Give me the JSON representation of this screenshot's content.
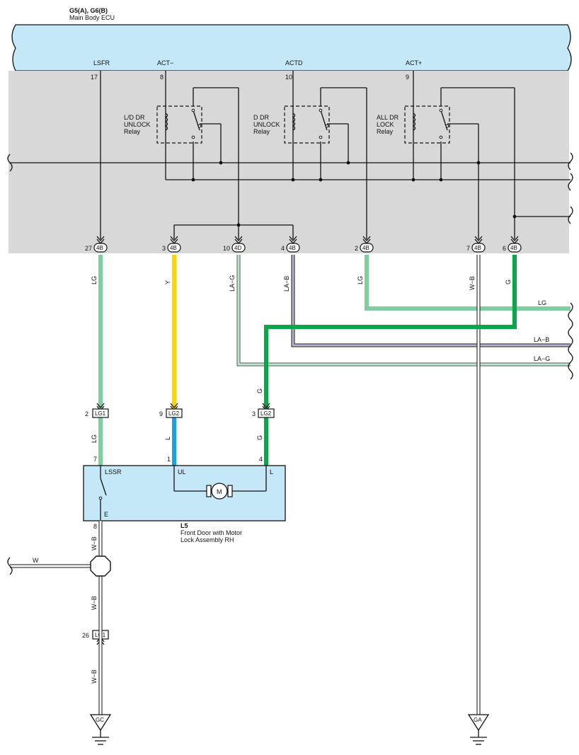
{
  "ecu": {
    "id": "G5(A), G6(B)",
    "name": "Main Body ECU",
    "terminals": [
      {
        "pin": "17",
        "name": "LSFR"
      },
      {
        "pin": "8",
        "name": "ACT−"
      },
      {
        "pin": "10",
        "name": "ACTD"
      },
      {
        "pin": "9",
        "name": "ACT+"
      }
    ],
    "relays": [
      {
        "line1": "L/D DR",
        "line2": "UNLOCK",
        "line3": "Relay"
      },
      {
        "line1": "D DR",
        "line2": "UNLOCK",
        "line3": "Relay"
      },
      {
        "line1": "ALL DR",
        "line2": "LOCK",
        "line3": "Relay"
      }
    ]
  },
  "ecu_connectors": [
    {
      "pin": "27",
      "conn": "4B"
    },
    {
      "pin": "3",
      "conn": "4B"
    },
    {
      "pin": "10",
      "conn": "4D"
    },
    {
      "pin": "4",
      "conn": "4B"
    },
    {
      "pin": "2",
      "conn": "4B"
    },
    {
      "pin": "7",
      "conn": "4B"
    },
    {
      "pin": "6",
      "conn": "4B"
    }
  ],
  "wires": {
    "lg1": "LG",
    "y": "Y",
    "lag": "LA−G",
    "lab": "LA−B",
    "lg2": "LG",
    "wb": "W−B",
    "g": "G",
    "right_lg": "LG",
    "right_lab": "LA−B",
    "right_lag": "LA−G",
    "g_mid": "G",
    "lg_lower": "LG",
    "l_lower": "L",
    "g_lower": "G",
    "wb_lower1": "W−B",
    "wb_lower2": "W−B",
    "wb_lower3": "W−B",
    "w_left": "W"
  },
  "junction_connectors": [
    {
      "pin": "2",
      "conn": "LG1"
    },
    {
      "pin": "9",
      "conn": "LG2"
    },
    {
      "pin": "3",
      "conn": "LG2"
    },
    {
      "pin": "26",
      "conn": "LG1"
    }
  ],
  "motor": {
    "id": "L5",
    "name_line1": "Front Door with Motor",
    "name_line2": "Lock Assembly RH",
    "pins": [
      {
        "pin": "7",
        "name": "LSSR"
      },
      {
        "pin": "1",
        "name": "UL"
      },
      {
        "pin": "4",
        "name": "L"
      },
      {
        "pin": "8",
        "name": "E"
      }
    ],
    "motor_symbol": "M"
  },
  "grounds": [
    "GC",
    "GA"
  ],
  "colors": {
    "ecu_fill": "#c4e8f8",
    "ecu_gray": "#d8d8d8",
    "wire_lg": "#7fcea0",
    "wire_y": "#ffd400",
    "wire_l": "#1aa3e0",
    "wire_g": "#0aa64a",
    "wire_la": "#9a9ab0",
    "wire_wb": "#ffffff"
  }
}
